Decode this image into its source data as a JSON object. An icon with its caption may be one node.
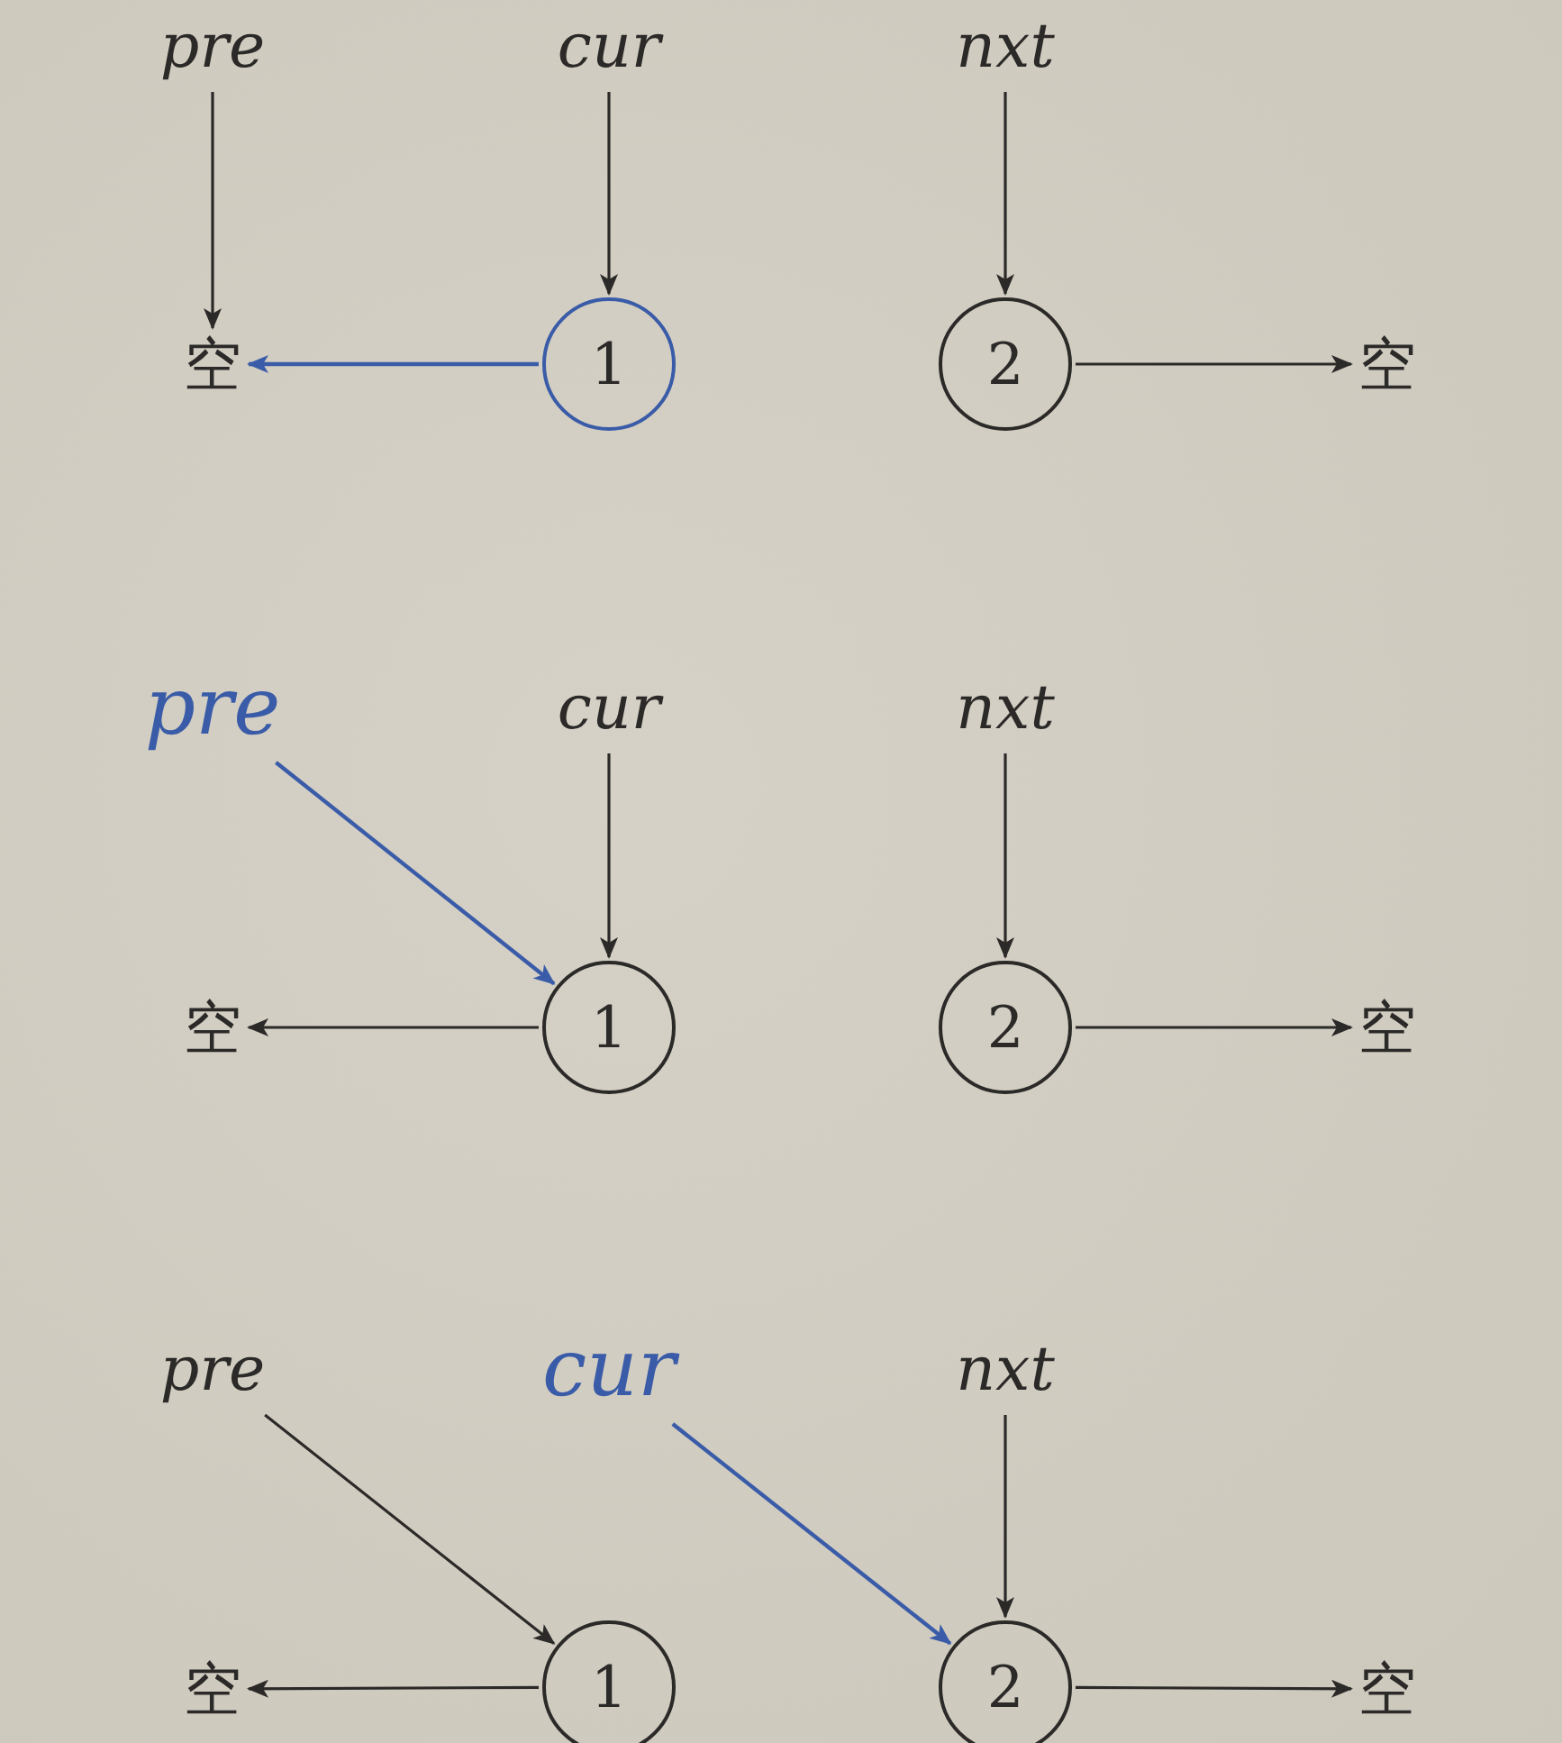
{
  "diagram": {
    "nodes": [
      {
        "text": [
          "pre"
        ]
      },
      {
        "text": [
          "cur"
        ]
      },
      {
        "text": [
          "nxt"
        ]
      },
      {
        "text": [
          "空"
        ]
      },
      {
        "text": [
          "1"
        ]
      },
      {
        "text": [
          "2"
        ]
      },
      {
        "text": [
          "空"
        ]
      },
      {
        "text": [
          "pre"
        ]
      },
      {
        "text": [
          "cur"
        ]
      },
      {
        "text": [
          "nxt"
        ]
      },
      {
        "text": [
          "空"
        ]
      },
      {
        "text": [
          "1"
        ]
      },
      {
        "text": [
          "2"
        ]
      },
      {
        "text": [
          "空"
        ]
      },
      {
        "text": [
          "pre"
        ]
      },
      {
        "text": [
          "cur"
        ]
      },
      {
        "text": [
          "nxt"
        ]
      },
      {
        "text": [
          "空"
        ]
      },
      {
        "text": [
          "1"
        ]
      },
      {
        "text": [
          "2"
        ]
      },
      {
        "text": [
          "空"
        ]
      }
    ],
    "edges": [
      {
        "from": 0,
        "to": 3,
        "arrow": "to"
      },
      {
        "from": 1,
        "to": 4,
        "arrow": "to"
      },
      {
        "from": 2,
        "to": 5,
        "arrow": "to"
      },
      {
        "from": 4,
        "to": 3,
        "arrow": "to",
        "color": "#3a5ca8"
      },
      {
        "from": 5,
        "to": 6,
        "arrow": "to"
      },
      {
        "from": 7,
        "to": 11,
        "arrow": "to",
        "color": "#3a5ca8"
      },
      {
        "from": 8,
        "to": 11,
        "arrow": "to"
      },
      {
        "from": 9,
        "to": 12,
        "arrow": "to"
      },
      {
        "from": 11,
        "to": 10,
        "arrow": "to"
      },
      {
        "from": 12,
        "to": 13,
        "arrow": "to"
      },
      {
        "from": 14,
        "to": 18,
        "arrow": "to"
      },
      {
        "from": 15,
        "to": 19,
        "arrow": "to",
        "color": "#3a5ca8"
      },
      {
        "from": 16,
        "to": 19,
        "arrow": "to"
      },
      {
        "from": 18,
        "to": 17,
        "arrow": "to"
      },
      {
        "from": 19,
        "to": 20,
        "arrow": "to"
      }
    ]
  }
}
